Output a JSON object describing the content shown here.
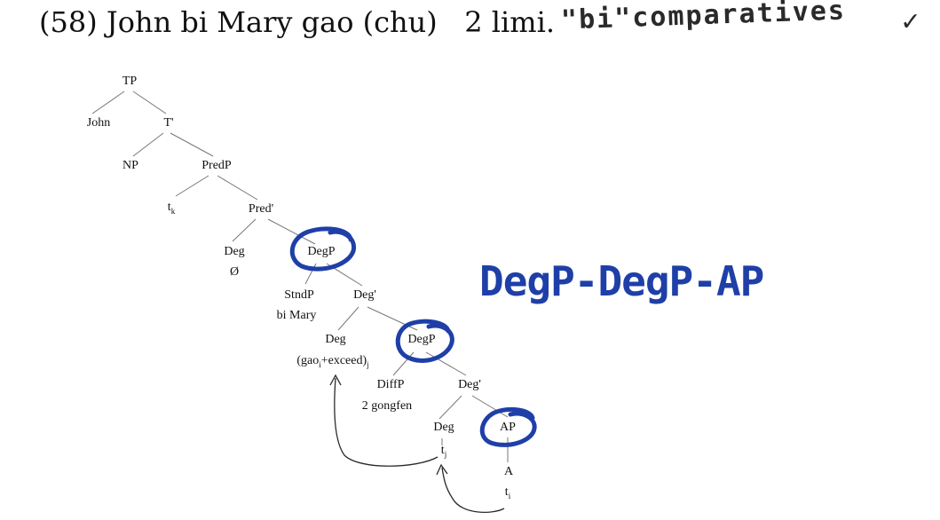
{
  "example": {
    "number": "(58)",
    "sentence": "John bi Mary gao (chu)   2 limi."
  },
  "annotations": {
    "type_note": "\"bi\"comparatives",
    "check_mark": "✓",
    "projection_note": "DegP-DegP-AP",
    "note_color": "#1f3fa8",
    "pen_color": "#2a2a2a"
  },
  "tree": {
    "TP": "TP",
    "John": "John",
    "Tbar": "T'",
    "NP": "NP",
    "PredP": "PredP",
    "tk": "t",
    "tk_sub": "k",
    "Predbar": "Pred'",
    "Deg1": "Deg",
    "null": "Ø",
    "DegP1": "DegP",
    "StndP": "StndP",
    "biMary": "bi Mary",
    "Degbar1": "Deg'",
    "Deg2": "Deg",
    "gao": "(gao",
    "gao_sub": "i",
    "gao_rest": "+exceed)",
    "gao_sub2": "j",
    "DegP2": "DegP",
    "DiffP": "DiffP",
    "gongfen": "2 gongfen",
    "Degbar2": "Deg'",
    "Deg3": "Deg",
    "tj": "t",
    "tj_sub": "j",
    "AP": "AP",
    "A": "A",
    "ti": "t",
    "ti_sub": "i"
  }
}
